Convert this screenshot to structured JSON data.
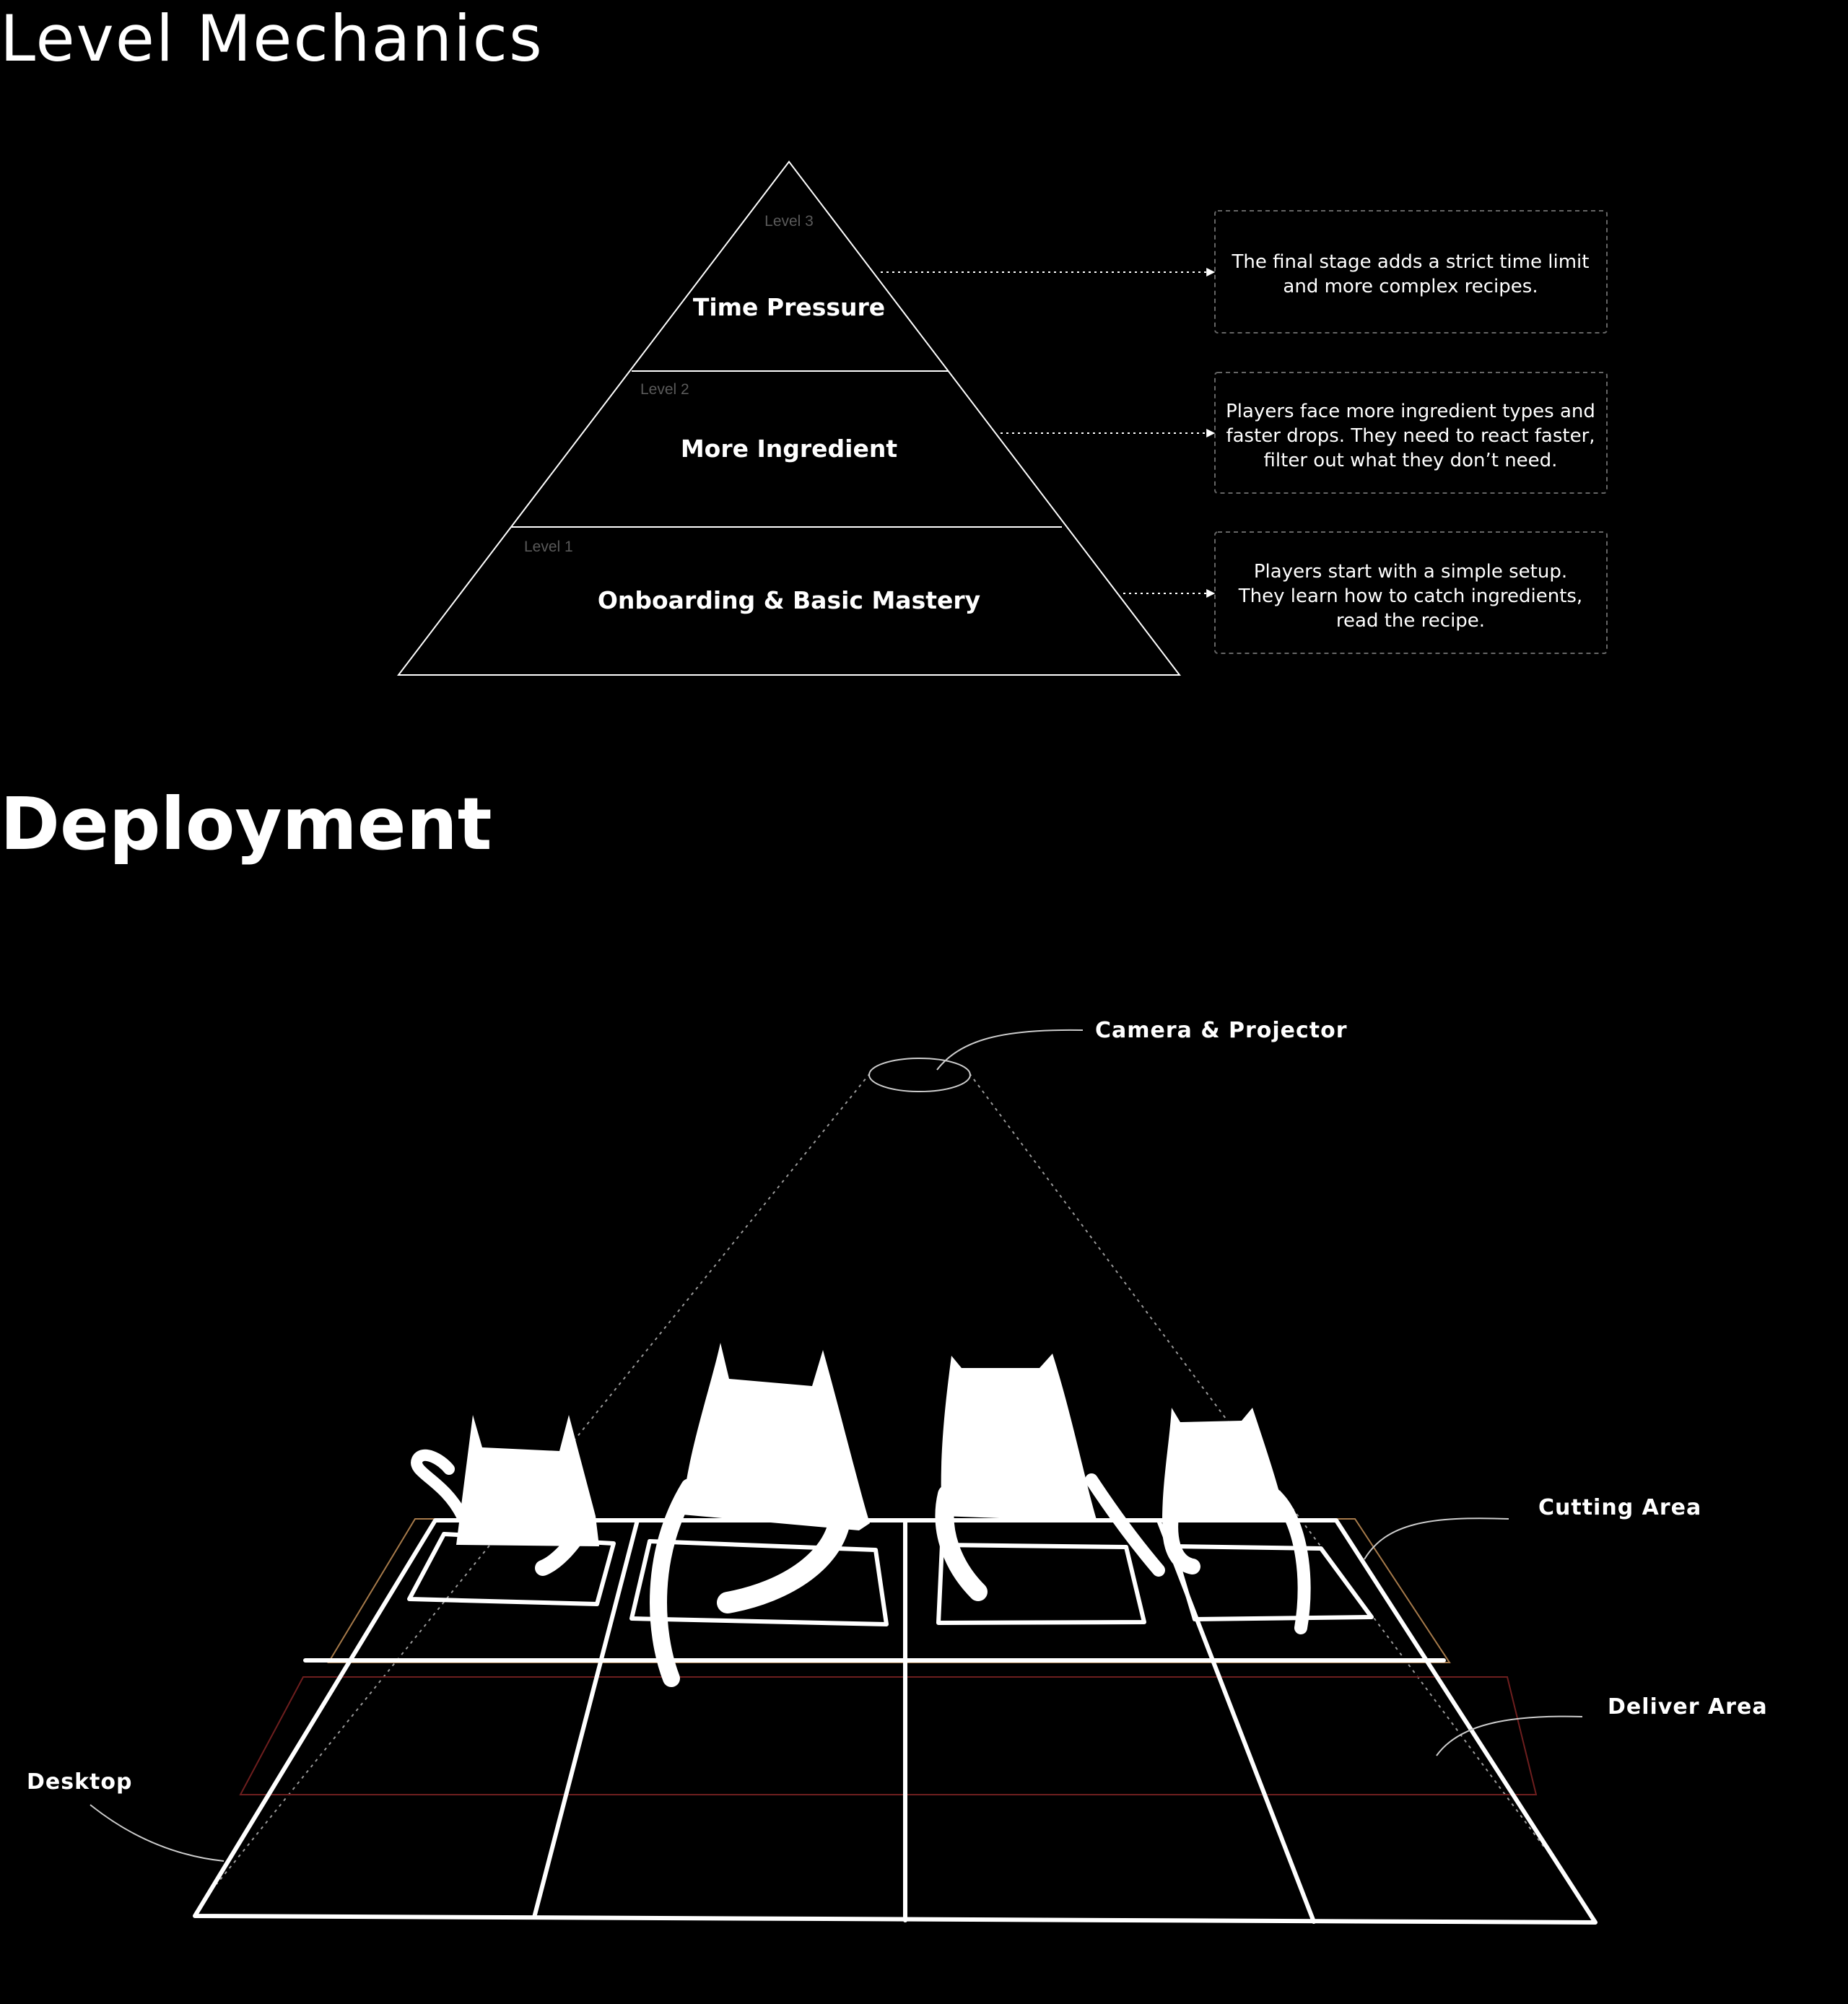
{
  "sections": {
    "level_mechanics_title": "Level Mechanics",
    "deployment_title": "Deployment"
  },
  "pyramid": {
    "levels": [
      {
        "tag": "Level 3",
        "name": "Time Pressure",
        "description": [
          "The final stage adds a strict time limit",
          "and more complex recipes."
        ]
      },
      {
        "tag": "Level 2",
        "name": "More Ingredient",
        "description": [
          "Players face more ingredient types and",
          "faster drops. They need to react faster,",
          "filter out what they don’t need."
        ]
      },
      {
        "tag": "Level 1",
        "name": "Onboarding & Basic Mastery",
        "description": [
          "Players start with a simple setup.",
          "They learn how to catch ingredients,",
          "read the recipe."
        ]
      }
    ]
  },
  "deployment": {
    "camera_label": "Camera & Projector",
    "cutting_label": "Cutting Area",
    "deliver_label": "Deliver Area",
    "desktop_label": "Desktop",
    "colors": {
      "cutting_area": "#a67a4a",
      "deliver_area": "#6e1e1e",
      "line": "#ffffff",
      "dotted": "#bbbbbb"
    }
  }
}
